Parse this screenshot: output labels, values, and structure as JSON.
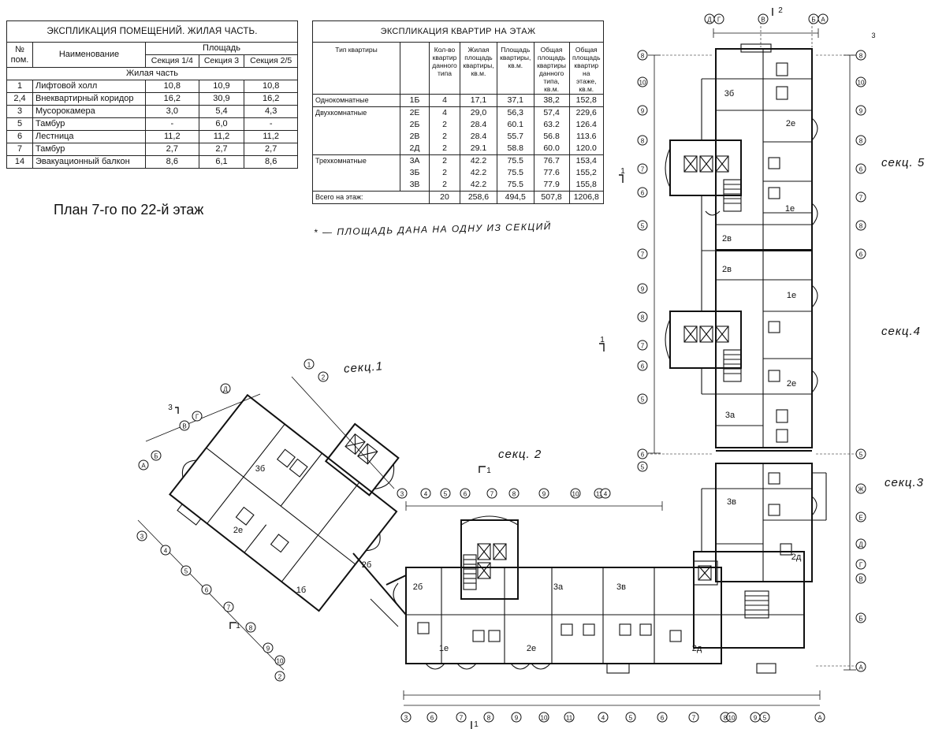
{
  "rooms_table": {
    "title": "ЭКСПЛИКАЦИЯ ПОМЕЩЕНИЙ. ЖИЛАЯ ЧАСТЬ.",
    "col_no": "№ пом.",
    "col_name": "Наименование",
    "col_area": "Площадь",
    "col_sections": [
      "Секция 1/4",
      "Секция 3",
      "Секция 2/5"
    ],
    "group": "Жилая часть",
    "rows": [
      {
        "no": "1",
        "name": "Лифтовой холл",
        "v": [
          "10,8",
          "10,9",
          "10,8"
        ]
      },
      {
        "no": "2,4",
        "name": "Внеквартирный коридор",
        "v": [
          "16,2",
          "30,9",
          "16,2"
        ]
      },
      {
        "no": "3",
        "name": "Мусорокамера",
        "v": [
          "3,0",
          "5,4",
          "4,3"
        ]
      },
      {
        "no": "5",
        "name": "Тамбур",
        "v": [
          "-",
          "6,0",
          "-"
        ]
      },
      {
        "no": "6",
        "name": "Лестница",
        "v": [
          "11,2",
          "11,2",
          "11,2"
        ]
      },
      {
        "no": "7",
        "name": "Тамбур",
        "v": [
          "2,7",
          "2,7",
          "2,7"
        ]
      },
      {
        "no": "14",
        "name": "Эвакуационный балкон",
        "v": [
          "8,6",
          "6,1",
          "8,6"
        ]
      }
    ]
  },
  "apartments_table": {
    "title": "ЭКСПЛИКАЦИЯ КВАРТИР НА ЭТАЖ",
    "headers": [
      "Тип квартиры",
      "",
      "Кол-во квартир данного типа",
      "Жилая площадь квартиры, кв.м.",
      "Площадь квартиры, кв.м.",
      "Общая площадь квартиры данного типа, кв.м.",
      "Общая площадь квартир на этаже, кв.м."
    ],
    "groups": [
      {
        "label": "Однокомнатные",
        "rows": [
          {
            "code": "1Б",
            "count": "4",
            "living": "17,1",
            "area": "37,1",
            "total": "38,2",
            "floor": "152,8"
          }
        ]
      },
      {
        "label": "Двухкомнатные",
        "rows": [
          {
            "code": "2Е",
            "count": "4",
            "living": "29,0",
            "area": "56,3",
            "total": "57,4",
            "floor": "229,6"
          },
          {
            "code": "2Б",
            "count": "2",
            "living": "28.4",
            "area": "60.1",
            "total": "63.2",
            "floor": "126.4"
          },
          {
            "code": "2В",
            "count": "2",
            "living": "28.4",
            "area": "55.7",
            "total": "56.8",
            "floor": "113.6"
          },
          {
            "code": "2Д",
            "count": "2",
            "living": "29.1",
            "area": "58.8",
            "total": "60.0",
            "floor": "120.0"
          }
        ]
      },
      {
        "label": "Трехкомнатные",
        "rows": [
          {
            "code": "3А",
            "count": "2",
            "living": "42.2",
            "area": "75.5",
            "total": "76.7",
            "floor": "153,4"
          },
          {
            "code": "3Б",
            "count": "2",
            "living": "42.2",
            "area": "75.5",
            "total": "77.6",
            "floor": "155,2"
          },
          {
            "code": "3В",
            "count": "2",
            "living": "42.2",
            "area": "75.5",
            "total": "77.9",
            "floor": "155,8"
          }
        ]
      }
    ],
    "total": {
      "label": "Всего на этаж:",
      "count": "20",
      "living": "258,6",
      "area": "494,5",
      "total": "507,8",
      "floor": "1206,8"
    }
  },
  "plan_title": "План 7-го по 22-й этаж",
  "footnote": "* — ПЛОЩАДЬ ДАНА НА ОДНУ ИЗ СЕКЦИЙ",
  "sections": {
    "s1": "секц.1",
    "s2": "секц. 2",
    "s3": "секц.3",
    "s4": "секц.4",
    "s5": "секц. 5"
  },
  "apartment_tags": {
    "s5_top": "3б",
    "s5_2e": "2е",
    "s5_1e": "1е",
    "s5_2v1": "2в",
    "s5_2v2": "2в",
    "s4_1e": "1е",
    "s4_2e": "2е",
    "s4_3a": "3а",
    "s3_3v": "3в",
    "s3_2d": "2д",
    "s2_2b": "2б",
    "s2_3a": "3а",
    "s2_3v": "3в",
    "s2_1e": "1е",
    "s2_2e": "2е",
    "s2_2d": "2д",
    "s1_3b": "3б",
    "s1_2e": "2е",
    "s1_2b": "2б",
    "s1_1b": "1б"
  },
  "axis_labels": {
    "top": [
      "Д",
      "Г",
      "В",
      "Б",
      "А"
    ],
    "right": [
      "8",
      "10",
      "9",
      "8",
      "6",
      "7",
      "8",
      "6",
      "5",
      "Ж",
      "Е",
      "Д",
      "Г",
      "В",
      "Б",
      "А"
    ],
    "left_s5": [
      "8",
      "10",
      "9",
      "8",
      "7",
      "6",
      "5",
      "7",
      "9",
      "8",
      "7",
      "6",
      "5",
      "6",
      "5"
    ],
    "bottom": [
      "3",
      "6",
      "7",
      "8",
      "9",
      "10",
      "11",
      "4",
      "5",
      "6",
      "7",
      "8",
      "9",
      "10",
      "5",
      "А"
    ],
    "s2_top": [
      "3",
      "4",
      "5",
      "6",
      "7",
      "8",
      "9",
      "10",
      "11",
      "4"
    ],
    "s1_diag": [
      "А",
      "Б",
      "В",
      "Г",
      "Д",
      "1",
      "2",
      "3",
      "4",
      "5",
      "6",
      "7",
      "8",
      "9",
      "10",
      "2"
    ]
  },
  "marks": {
    "cut": "1",
    "cut2": "2",
    "cut3": "3",
    "page_mark": "3"
  }
}
